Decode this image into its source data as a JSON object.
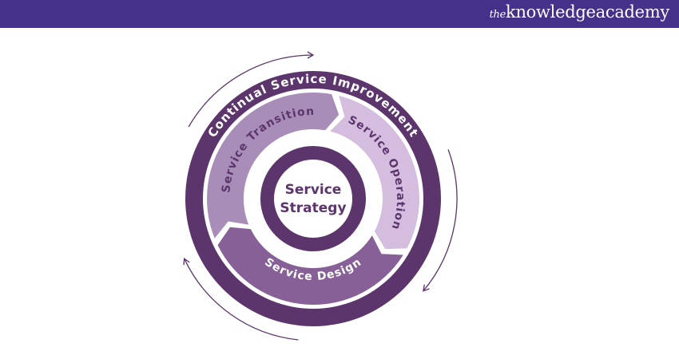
{
  "header": {
    "logo_prefix": "the",
    "logo_name": "knowledgeacademy"
  },
  "diagram": {
    "center": "Service Strategy",
    "center_line1": "Service",
    "center_line2": "Strategy",
    "outer_ring": "Continual Service Improvement",
    "segments": [
      {
        "label": "Service Transition",
        "color": "#a88db8"
      },
      {
        "label": "Service Operation",
        "color": "#d5bde0"
      },
      {
        "label": "Service Design",
        "color": "#866096"
      }
    ],
    "ring_color": "#5c356c",
    "text_dark": "#5c356c"
  }
}
